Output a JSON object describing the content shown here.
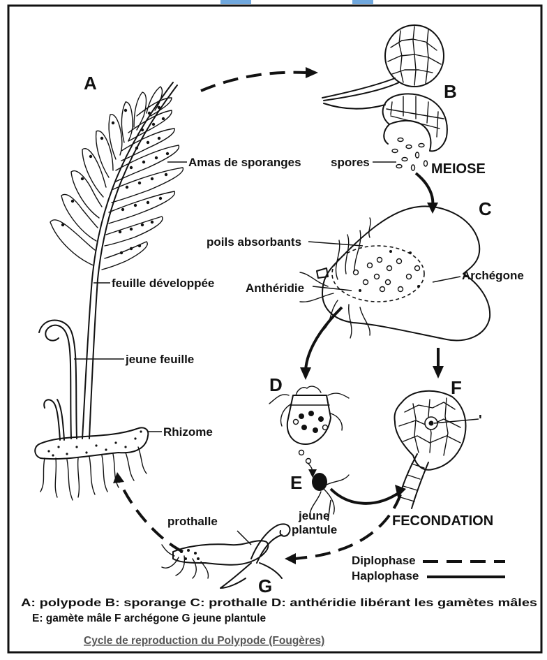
{
  "letters": {
    "a": "A",
    "b": "B",
    "c": "C",
    "d": "D",
    "e": "E",
    "f": "F",
    "g": "G"
  },
  "labels": {
    "amas": "Amas de sporanges",
    "spores": "spores",
    "meiose": "MEIOSE",
    "poils": "poils absorbants",
    "antheridie": "Anthéridie",
    "archegone": "Archégone",
    "feuille_dev": "feuille développée",
    "jeune_feuille": "jeune feuille",
    "rhizome": "Rhizome",
    "jeune_plantule_1": "jeune",
    "jeune_plantule_2": "plantule",
    "prothalle": "prothalle",
    "fecondation": "FECONDATION",
    "apostrophe": "'"
  },
  "phases": {
    "diplophase": "Diplophase",
    "haplophase": "Haplophase"
  },
  "legend": {
    "line1": "A: polypode   B: sporange   C: prothalle   D: anthéridie libérant les gamètes mâles",
    "line2": "E: gamète mâle   F  archégone   G  jeune plantule"
  },
  "caption": "Cycle de reproduction du Polypode (Fougères)"
}
